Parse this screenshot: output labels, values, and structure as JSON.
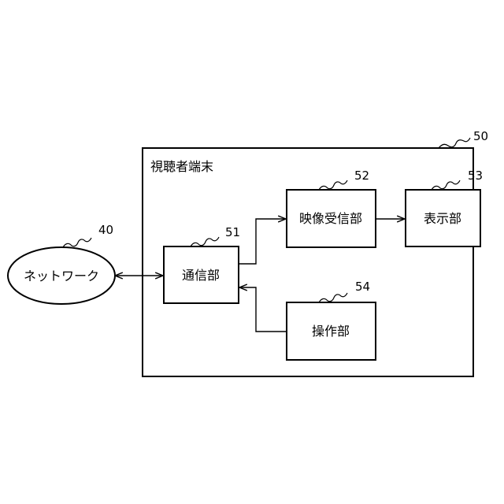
{
  "terminal": {
    "label": "視聴者端末",
    "ref": "50"
  },
  "network": {
    "label": "ネットワーク",
    "ref": "40"
  },
  "blocks": {
    "comm": {
      "label": "通信部",
      "ref": "51"
    },
    "video_rx": {
      "label": "映像受信部",
      "ref": "52"
    },
    "display": {
      "label": "表示部",
      "ref": "53"
    },
    "operation": {
      "label": "操作部",
      "ref": "54"
    }
  }
}
